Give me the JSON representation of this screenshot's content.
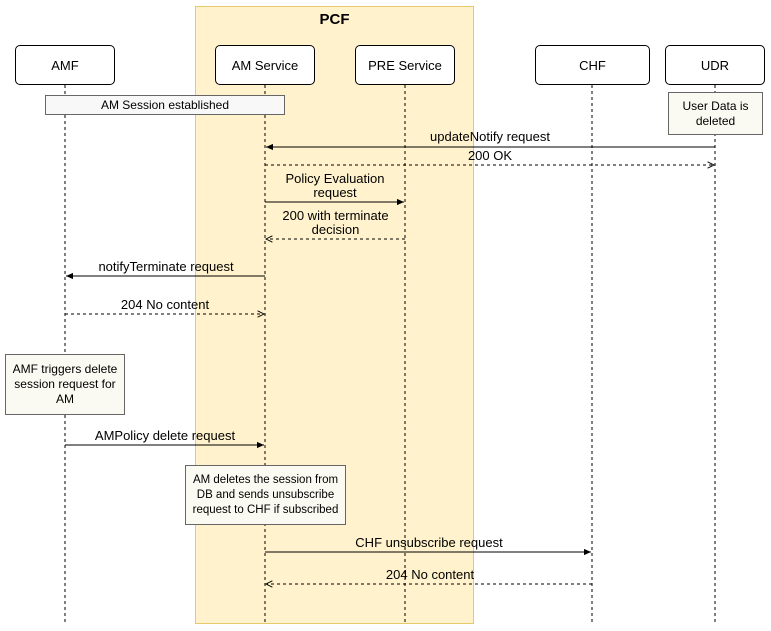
{
  "pcf": {
    "title": "PCF"
  },
  "participants": {
    "amf": "AMF",
    "am_service": "AM Service",
    "pre_service": "PRE Service",
    "chf": "CHF",
    "udr": "UDR"
  },
  "notes": {
    "am_session": "AM Session established",
    "udr_deleted": "User Data is deleted",
    "amf_triggers": "AMF triggers delete session request for AM",
    "am_deletes": "AM deletes the session from DB and sends unsubscribe request to CHF if subscribed"
  },
  "messages": {
    "update_notify": "updateNotify request",
    "ok_200": "200 OK",
    "policy_eval": "Policy Evaluation request",
    "terminate_decision": "200 with terminate decision",
    "notify_terminate": "notifyTerminate request",
    "no_content_1": "204 No content",
    "ampolicy_delete": "AMPolicy delete request",
    "chf_unsubscribe": "CHF unsubscribe request",
    "no_content_2": "204 No content"
  }
}
